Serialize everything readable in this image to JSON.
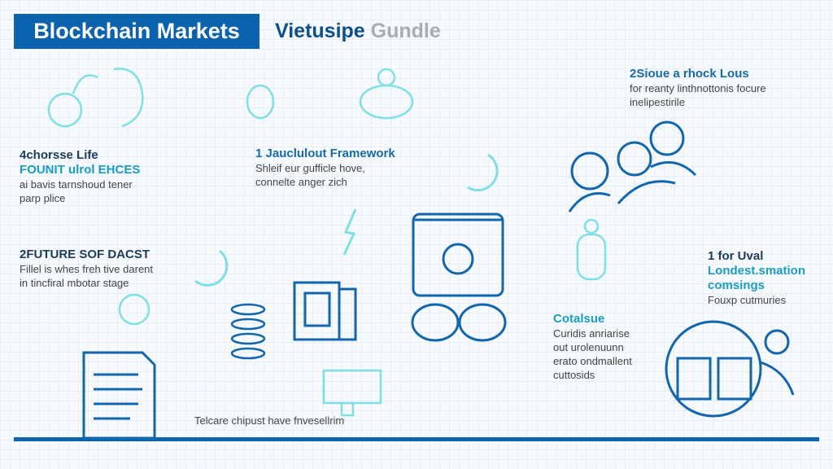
{
  "header": {
    "title": "Blockchain Markets",
    "subtitle_primary": "Vietusipe",
    "subtitle_secondary": "Gundle"
  },
  "sections": [
    {
      "line1": "4chorsse Life",
      "line2": "FOUNIT ulrol EHCES",
      "body": [
        "ai bavis tarnshoud tener",
        "parp plice"
      ]
    },
    {
      "line1": "2FUTURE SOF DACST",
      "body": [
        "Fillel is whes freh tive darent",
        "in tincfiral mbotar stage"
      ]
    },
    {
      "line1": "1 Jauclulout Framework",
      "body": [
        "Shleif eur gufficle hove,",
        "connelte anger zich"
      ]
    },
    {
      "line1": "2Sioue a rhock Lous",
      "body": [
        "for reanty linthnottonis focure",
        "inelipestirile"
      ]
    },
    {
      "line1": "1 for Uval",
      "line2": "Londest.smation",
      "line3": "comsings",
      "body": [
        "Fouxp cutmuries"
      ]
    },
    {
      "line1": "Cotalsue",
      "body": [
        "Curidis anriarise",
        "out urolenuunn",
        "erato ondmallent",
        "cuttosids"
      ]
    }
  ],
  "footer_note": "Telcare chipust have fnvesellrim",
  "colors": {
    "brand": "#0b63ad",
    "teal": "#1a9cc4",
    "icon_light": "#7fdfe6"
  }
}
